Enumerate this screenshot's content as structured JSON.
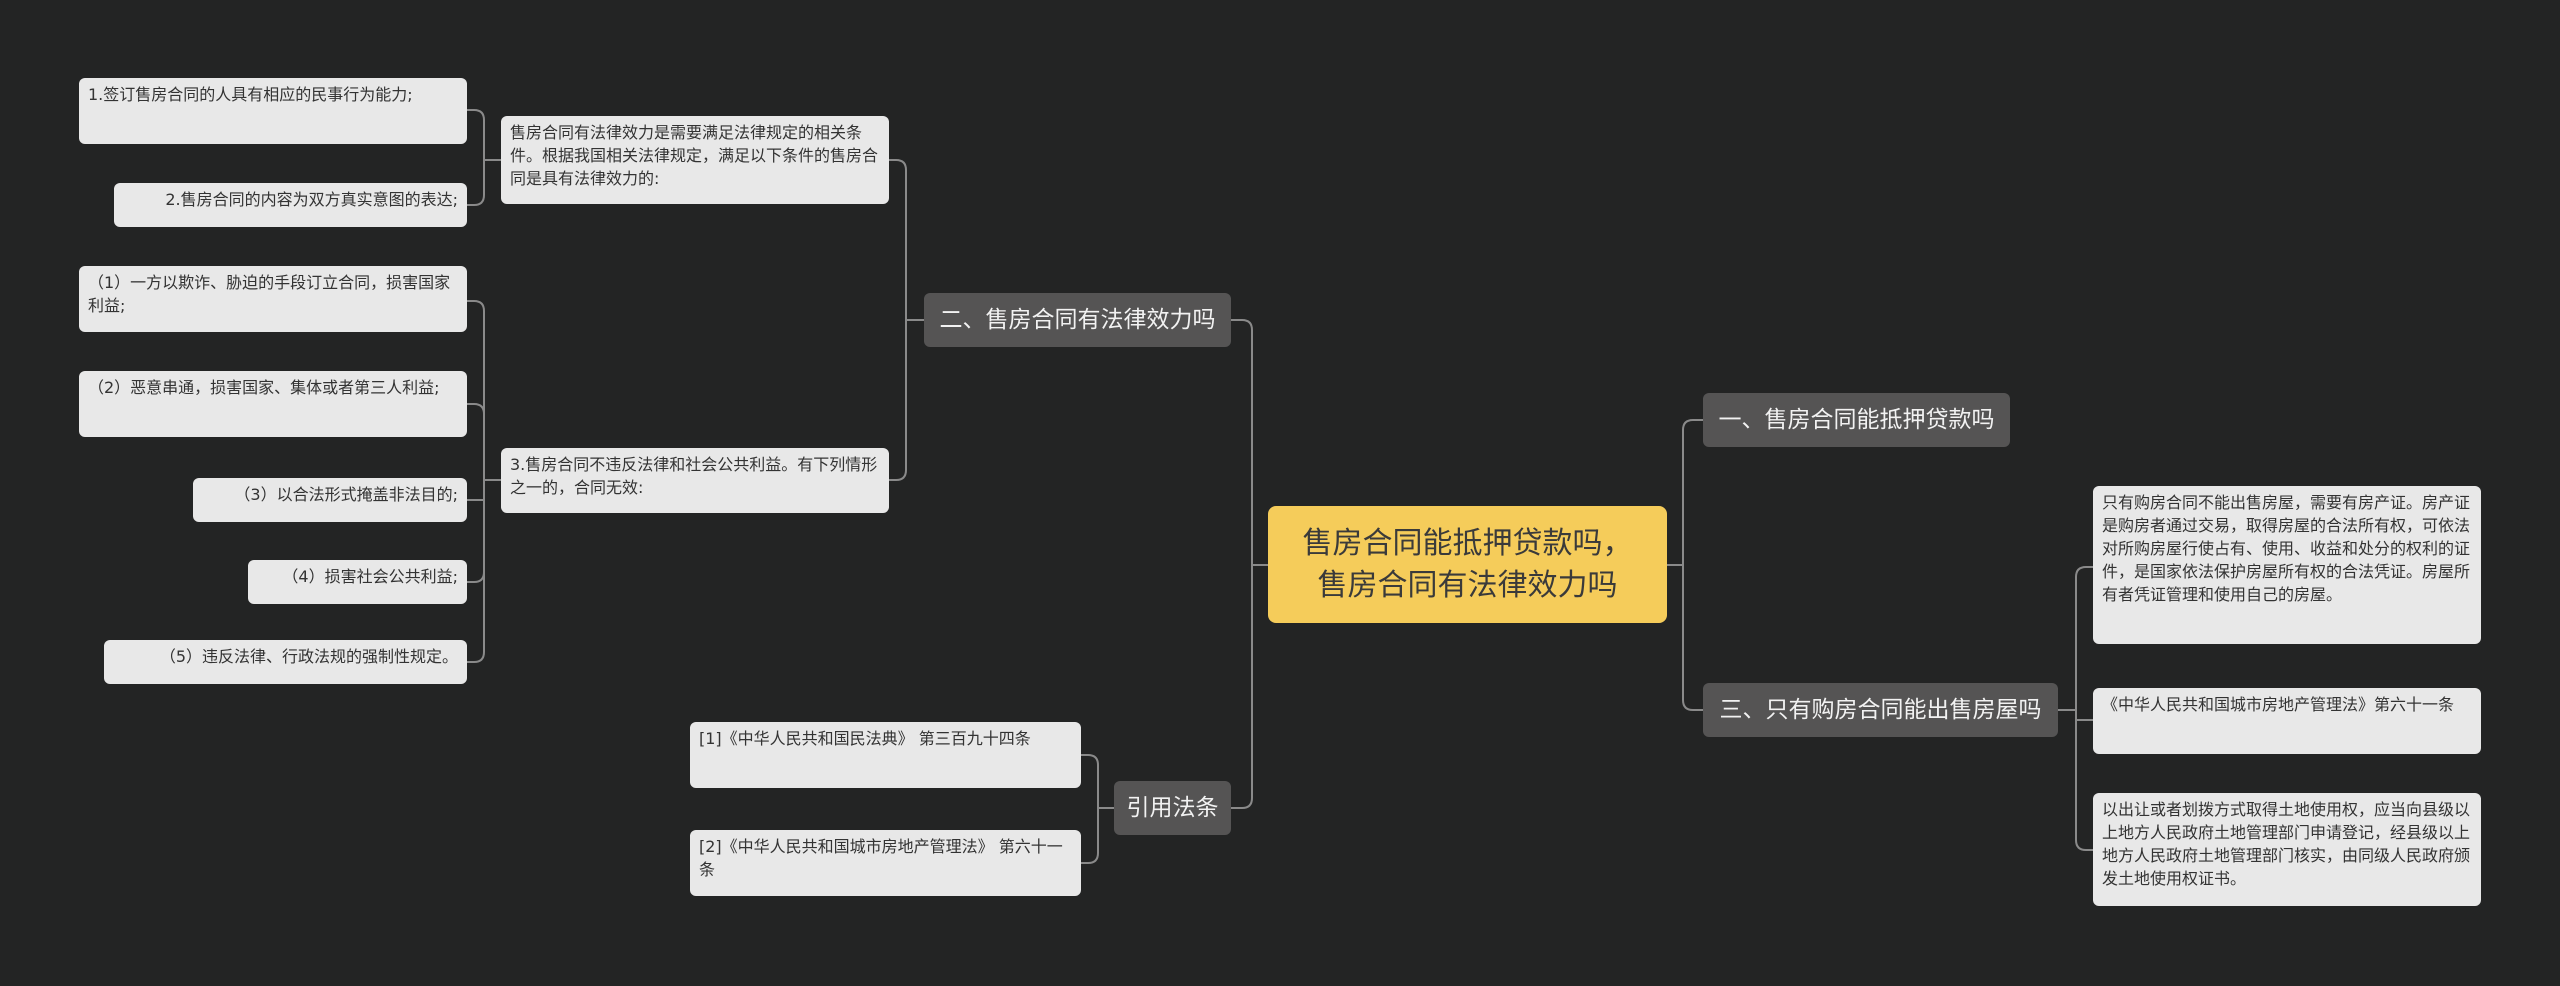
{
  "root": {
    "line1": "售房合同能抵押贷款吗，",
    "line2": "售房合同有法律效力吗"
  },
  "branches": {
    "b2": "二、售房合同有法律效力吗",
    "cite": "引用法条",
    "b1": "一、售房合同能抵押贷款吗",
    "b3": "三、只有购房合同能出售房屋吗"
  },
  "b2_children": {
    "validity": "售房合同有法律效力是需要满足法律规定的相关条件。根据我国相关法律规定，满足以下条件的售房合同是具有法律效力的:",
    "validity_items": [
      "1.签订售房合同的人具有相应的民事行为能力;",
      "2.售房合同的内容为双方真实意图的表达;"
    ],
    "invalid": "3.售房合同不违反法律和社会公共利益。有下列情形之一的，合同无效:",
    "invalid_items": [
      "（1）一方以欺诈、胁迫的手段订立合同，损害国家利益;",
      "（2）恶意串通，损害国家、集体或者第三人利益;",
      "（3）以合法形式掩盖非法目的;",
      "（4）损害社会公共利益;",
      "（5）违反法律、行政法规的强制性规定。"
    ]
  },
  "cite_children": [
    "[1]《中华人民共和国民法典》 第三百九十四条",
    "[2]《中华人民共和国城市房地产管理法》 第六十一条"
  ],
  "b3_children": [
    "只有购房合同不能出售房屋，需要有房产证。房产证是购房者通过交易，取得房屋的合法所有权，可依法对所购房屋行使占有、使用、收益和处分的权利的证件，是国家依法保护房屋所有权的合法凭证。房屋所有者凭证管理和使用自己的房屋。",
    "《中华人民共和国城市房地产管理法》第六十一条",
    "以出让或者划拨方式取得土地使用权，应当向县级以上地方人民政府土地管理部门申请登记，经县级以上地方人民政府土地管理部门核实，由同级人民政府颁发土地使用权证书。"
  ],
  "colors": {
    "background": "#232424",
    "root": "#f5cc5a",
    "branch": "#555454",
    "leaf": "#e8e8e8",
    "line": "#8a8a8a"
  }
}
